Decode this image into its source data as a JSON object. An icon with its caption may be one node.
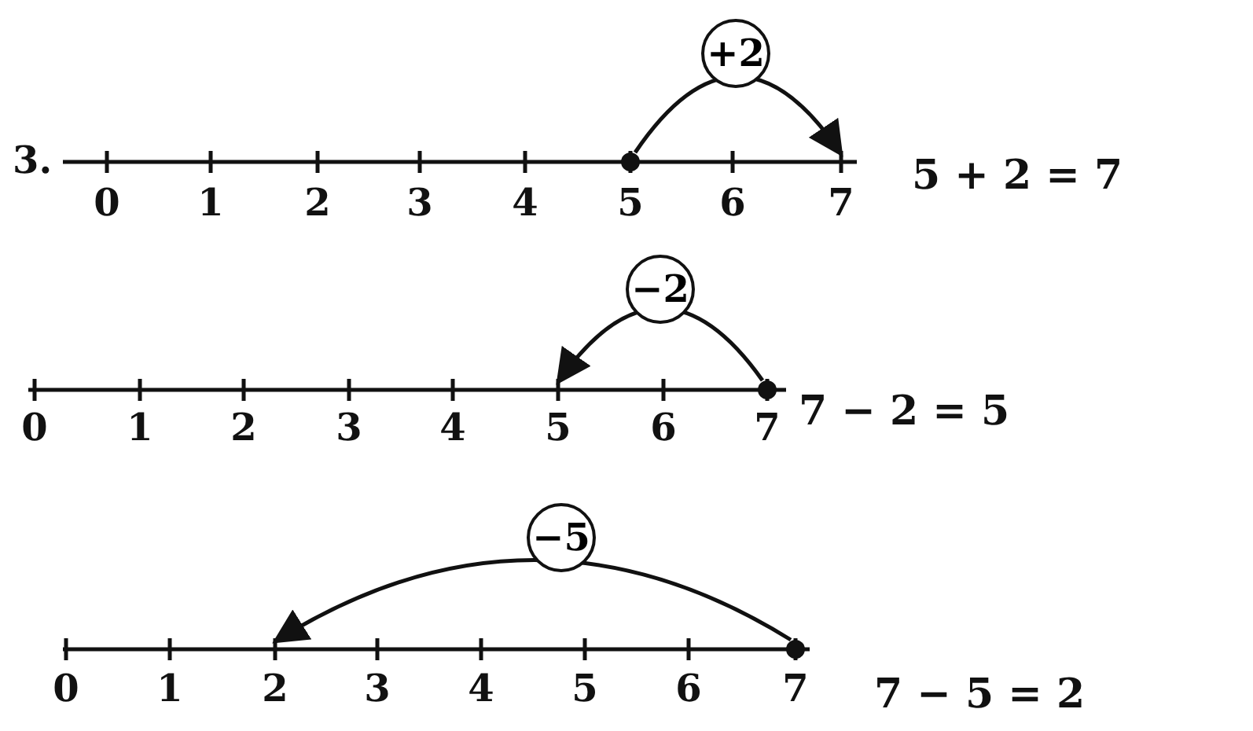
{
  "diagram": {
    "nodes": [
      {
        "text": [
          "+2"
        ]
      },
      {
        "text": [],
        "shape": "circle"
      },
      {
        "text": [
          "−2"
        ]
      },
      {
        "text": [],
        "shape": "circle"
      },
      {
        "text": [
          "−5"
        ]
      },
      {
        "text": [],
        "shape": "circle"
      }
    ],
    "edges": [
      {
        "from": 1,
        "to": null,
        "arrow": "to"
      },
      {
        "from": 3,
        "to": null,
        "arrow": "to"
      },
      {
        "from": 5,
        "to": null,
        "arrow": "to"
      }
    ],
    "labels": [
      "3.",
      "0",
      "1",
      "2",
      "3",
      "4",
      "5",
      "6",
      "7",
      "5 + 2 = 7",
      "0",
      "1",
      "2",
      "3",
      "4",
      "5",
      "6",
      "7",
      "7 − 2 = 5",
      "0",
      "1",
      "2",
      "3",
      "4",
      "5",
      "6",
      "7",
      "7 − 5 = 2"
    ]
  }
}
